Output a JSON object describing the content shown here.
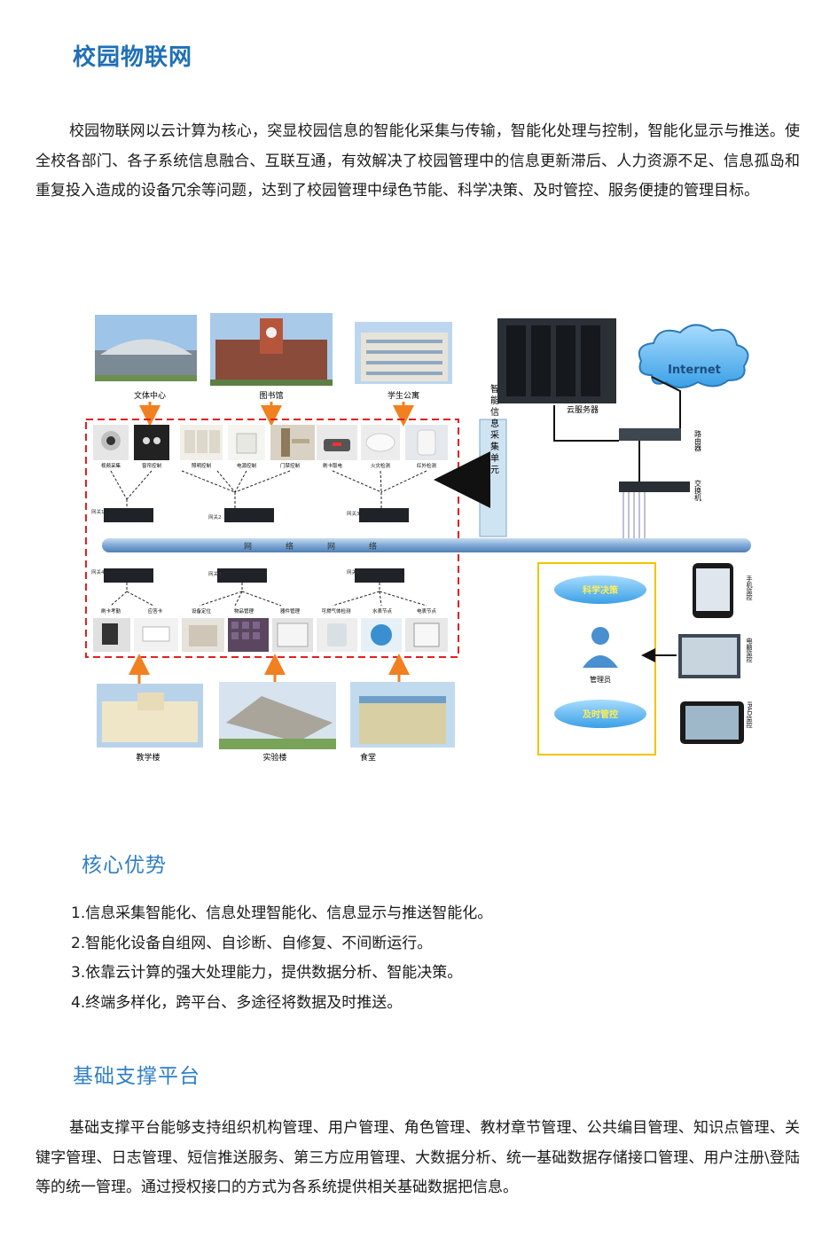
{
  "section1": {
    "title": "校园物联网",
    "paragraph": "校园物联网以云计算为核心，突显校园信息的智能化采集与传输，智能化处理与控制，智能化显示与推送。使全校各部门、各子系统信息融合、互联互通，有效解决了校园管理中的信息更新滞后、人力资源不足、信息孤岛和重复投入造成的设备冗余等问题，达到了校园管理中绿色节能、科学决策、及时管控、服务便捷的管理目标。"
  },
  "diagram": {
    "buildings_top": [
      "文体中心",
      "图书馆",
      "学生公寓"
    ],
    "buildings_bottom": [
      "教学楼",
      "实验楼",
      "食堂"
    ],
    "top_devices": [
      "视频采集",
      "窗帘控制",
      "照明控制",
      "电源控制",
      "门禁控制",
      "刷卡取电",
      "火灾检测",
      "红外检测"
    ],
    "bottom_devices": [
      "刷卡考勤",
      "应答卡",
      "设备定位",
      "物品管理",
      "器件管理",
      "可燃气体检测",
      "水表节点",
      "电表节点"
    ],
    "gateways_top": [
      "网关1",
      "网关2",
      "网关3"
    ],
    "gateways_bottom": [
      "网关4",
      "网关5",
      "网关6"
    ],
    "network_label": "网络网络",
    "collector_label": "智能信息采集单元",
    "cloud_server": "云服务器",
    "internet": "Internet",
    "router": "路由器",
    "switch": "交换机",
    "decision": "科学决策",
    "manager": "管理员",
    "control": "及时管控",
    "terminals": [
      "手机监控",
      "电脑监控",
      "IPAD监控"
    ]
  },
  "section2": {
    "title": "核心优势",
    "items": [
      "1.信息采集智能化、信息处理智能化、信息显示与推送智能化。",
      "2.智能化设备自组网、自诊断、自修复、不间断运行。",
      "3.依靠云计算的强大处理能力，提供数据分析、智能决策。",
      "4.终端多样化，跨平台、多途径将数据及时推送。"
    ]
  },
  "section3": {
    "title": "基础支撑平台",
    "paragraph": "基础支撑平台能够支持组织机构管理、用户管理、角色管理、教材章节管理、公共编目管理、知识点管理、关键字管理、日志管理、短信推送服务、第三方应用管理、大数据分析、统一基础数据存储接口管理、用户注册\\登陆等的统一管理。通过授权接口的方式为各系统提供相关基础数据把信息。"
  },
  "colors": {
    "heading_blue": "#1f6fb7",
    "subheading_blue": "#2f7fc4",
    "dashed_red": "#e02020",
    "arrow_orange": "#f08020",
    "bus_blue": "#7fa9d6",
    "panel_yellow": "#f2c400"
  }
}
